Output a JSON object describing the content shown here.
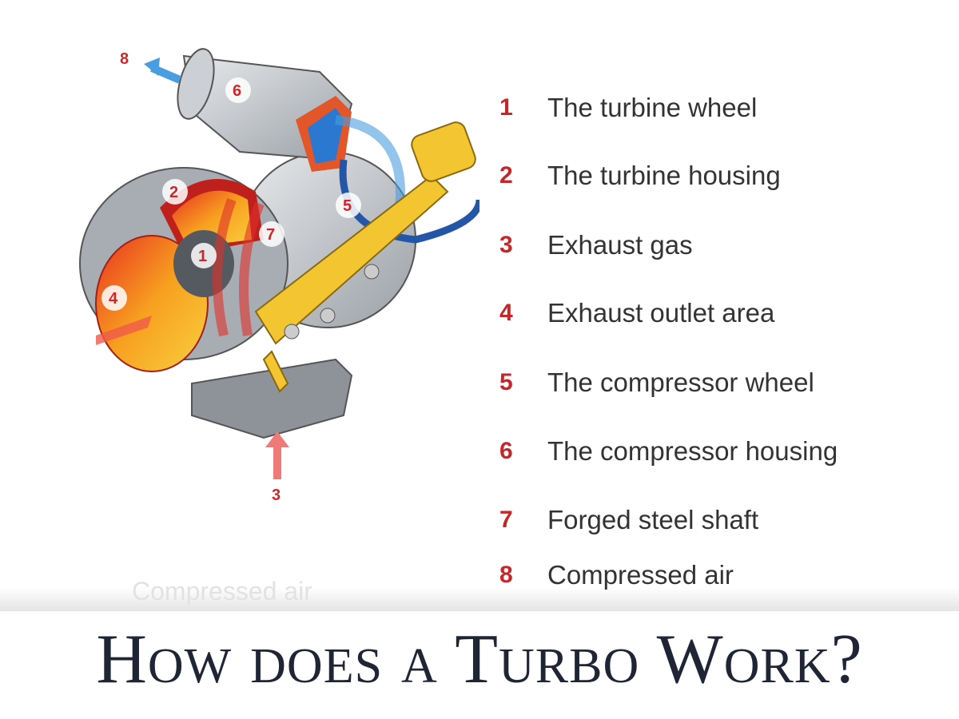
{
  "diagram": {
    "callouts": [
      "1",
      "2",
      "3",
      "4",
      "5",
      "6",
      "7",
      "8"
    ],
    "faded_caption": "Compressed air"
  },
  "legend": {
    "items": [
      {
        "number": "1",
        "label": "The turbine wheel"
      },
      {
        "number": "2",
        "label": "The turbine housing"
      },
      {
        "number": "3",
        "label": "Exhaust gas"
      },
      {
        "number": "4",
        "label": "Exhaust outlet area"
      },
      {
        "number": "5",
        "label": "The compressor wheel"
      },
      {
        "number": "6",
        "label": "The compressor housing"
      },
      {
        "number": "7",
        "label": "Forged steel shaft"
      },
      {
        "number": "8",
        "label": "Compressed air"
      }
    ]
  },
  "title": "How does a Turbo Work?",
  "colors": {
    "number_red": "#c5262a",
    "title_navy": "#1f2535",
    "exhaust_red": "#e8452a",
    "air_blue": "#4a9de0",
    "actuator_yellow": "#f2c531"
  }
}
